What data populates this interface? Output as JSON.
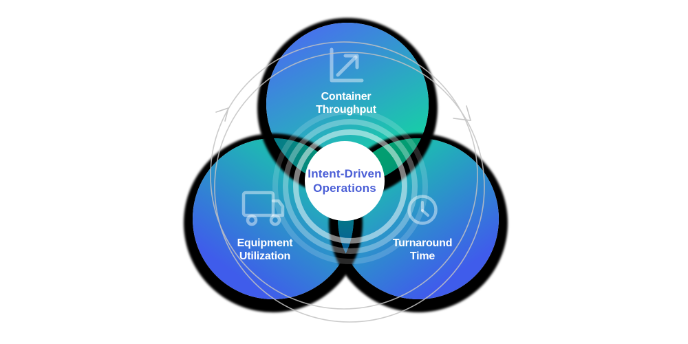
{
  "diagram": {
    "center": {
      "line1": "Intent-Driven",
      "line2": "Operations"
    },
    "nodes": [
      {
        "id": "container-throughput",
        "icon": "line-chart-growth-icon",
        "line1": "Container",
        "line2": "Throughput"
      },
      {
        "id": "equipment-utilization",
        "icon": "truck-icon",
        "line1": "Equipment",
        "line2": "Utilization"
      },
      {
        "id": "turnaround-time",
        "icon": "clock-icon",
        "line1": "Turnaround",
        "line2": "Time"
      }
    ],
    "palette": {
      "gradient_blue": "#4a6cf0",
      "gradient_teal": "#15d2a4",
      "gradient_indigo": "#3f5ceb",
      "center_text": "#4a5ed6",
      "label_text": "#ffffff",
      "halo_shadow": "#000000",
      "orbit_line": "#c3c3c3",
      "icon_stroke": "rgba(255,255,255,0.45)"
    }
  }
}
